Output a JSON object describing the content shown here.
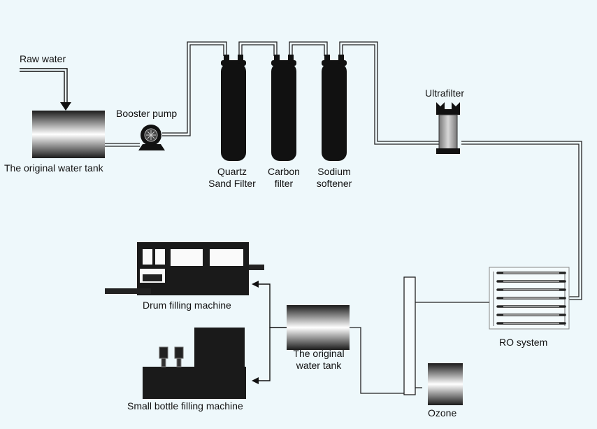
{
  "labels": {
    "raw_water": "Raw water",
    "booster_pump": "Booster pump",
    "original_tank_top": "The original water tank",
    "quartz_line1": "Quartz",
    "quartz_line2": "Sand Filter",
    "carbon_line1": "Carbon",
    "carbon_line2": "filter",
    "sodium_line1": "Sodium",
    "sodium_line2": "softener",
    "ultrafilter": "Ultrafilter",
    "ro_system": "RO system",
    "drum_filling": "Drum filling machine",
    "original_tank_bottom_line1": "The original",
    "original_tank_bottom_line2": "water tank",
    "small_bottle_filling": "Small bottle filling machine",
    "ozone": "Ozone"
  },
  "colors": {
    "background": "#eef8fb",
    "pipe": "#333333",
    "equipment": "#111111"
  }
}
